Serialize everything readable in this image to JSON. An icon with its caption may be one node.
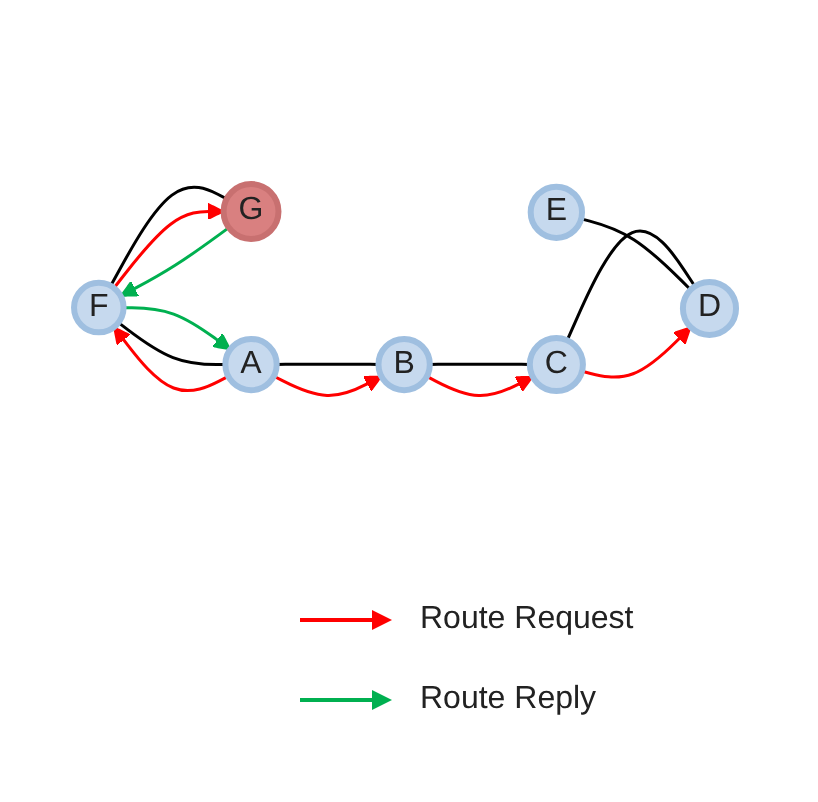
{
  "diagram": {
    "nodes": [
      {
        "text": [
          "F"
        ]
      },
      {
        "text": [
          "G"
        ]
      },
      {
        "text": [
          "E"
        ]
      },
      {
        "text": [
          "D"
        ]
      },
      {
        "text": [
          "A"
        ]
      },
      {
        "text": [
          "C"
        ]
      },
      {
        "text": [
          "B"
        ]
      }
    ],
    "edges": [
      {
        "from": 0,
        "to": 1,
        "arrow": "none"
      },
      {
        "from": 4,
        "to": 0,
        "arrow": "none"
      },
      {
        "from": 4,
        "to": 6,
        "arrow": "none"
      },
      {
        "from": 6,
        "to": 5,
        "arrow": "none"
      },
      {
        "from": 5,
        "to": 3,
        "arrow": "none"
      },
      {
        "from": 2,
        "to": 3,
        "arrow": "none"
      },
      {
        "from": 0,
        "to": 1,
        "arrow": "to",
        "color": "#ff0000"
      },
      {
        "from": 1,
        "to": 0,
        "arrow": "to",
        "color": "#00b050"
      },
      {
        "from": 4,
        "to": 0,
        "arrow": "to",
        "color": "#ff0000"
      },
      {
        "from": 0,
        "to": 4,
        "arrow": "to",
        "color": "#00b050"
      },
      {
        "from": 4,
        "to": 6,
        "arrow": "to",
        "color": "#ff0000"
      },
      {
        "from": 6,
        "to": 5,
        "arrow": "to",
        "color": "#ff0000"
      },
      {
        "from": 5,
        "to": 3,
        "arrow": "to",
        "color": "#ff0000"
      }
    ],
    "legend": [
      {
        "text": "Route Request"
      },
      {
        "text": "Route Reply"
      }
    ]
  }
}
